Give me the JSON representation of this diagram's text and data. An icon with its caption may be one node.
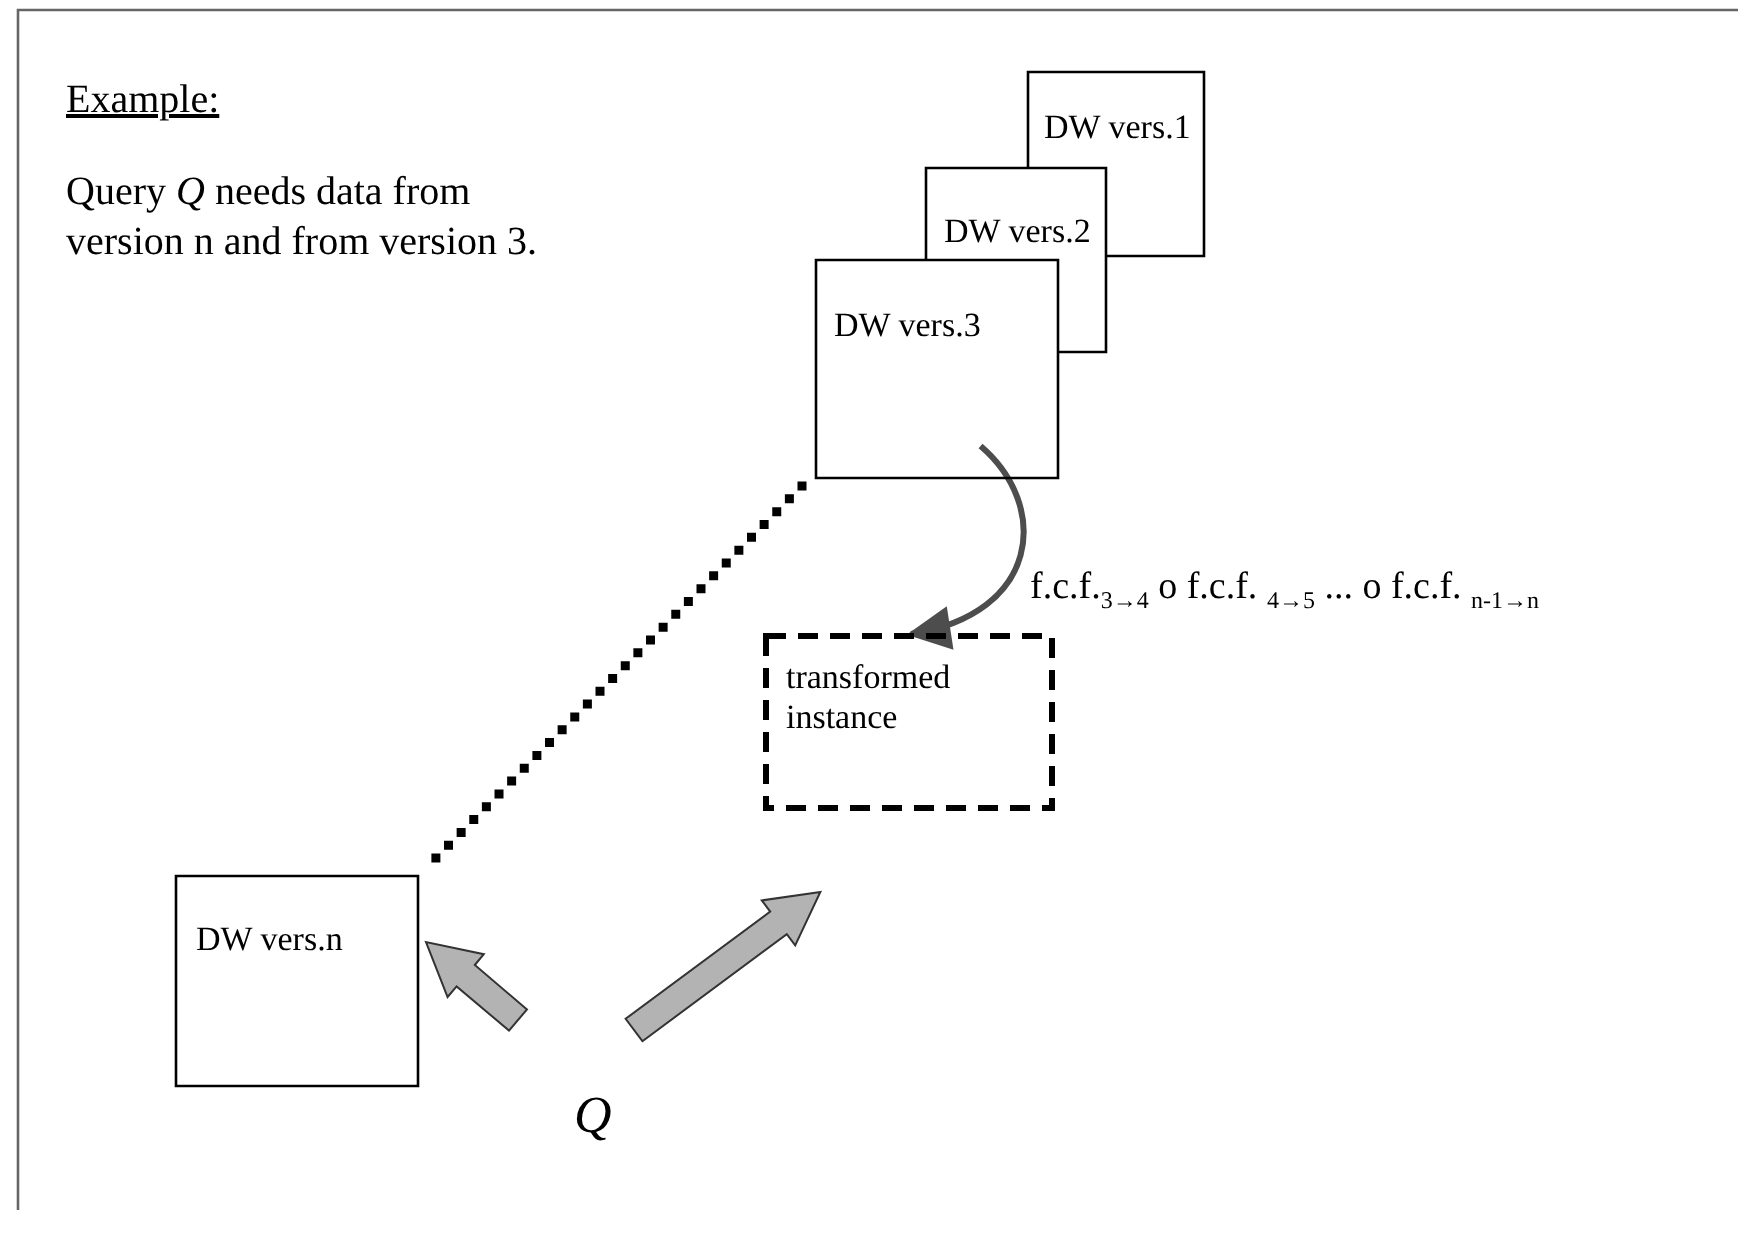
{
  "diagram": {
    "nodes": [
      {
        "text": [
          "DW vers.1"
        ]
      },
      {
        "text": [
          "DW vers.2"
        ]
      },
      {
        "text": [
          "DW vers.3"
        ]
      },
      {
        "text": [
          "transformed instance"
        ]
      },
      {
        "text": [
          "DW vers.n"
        ]
      },
      {
        "text": [
          "Q"
        ]
      }
    ],
    "edges": [
      {
        "from": 2,
        "to": 3,
        "arrow": "to",
        "label": "f.c.f.$_{3→4}$ o f.c.f. $_{4→5}$ ... o f.c.f. $_{n-1→n}$"
      },
      {
        "from": 2,
        "to": 4,
        "arrow": "none",
        "style": "dashed"
      },
      {
        "from": 5,
        "to": 4,
        "arrow": "to",
        "style": "thick"
      },
      {
        "from": 5,
        "to": 3,
        "arrow": "to",
        "style": "thick"
      }
    ],
    "labels": [
      "Example:",
      "Query *Q* needs data from version n and from version 3."
    ]
  }
}
